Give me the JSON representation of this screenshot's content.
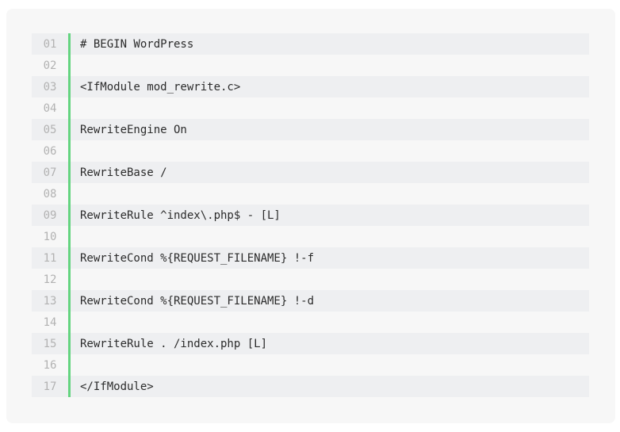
{
  "code": {
    "lines": [
      {
        "num": "01",
        "text": "# BEGIN WordPress"
      },
      {
        "num": "02",
        "text": ""
      },
      {
        "num": "03",
        "text": "<IfModule mod_rewrite.c>"
      },
      {
        "num": "04",
        "text": ""
      },
      {
        "num": "05",
        "text": "RewriteEngine On"
      },
      {
        "num": "06",
        "text": ""
      },
      {
        "num": "07",
        "text": "RewriteBase /"
      },
      {
        "num": "08",
        "text": ""
      },
      {
        "num": "09",
        "text": "RewriteRule ^index\\.php$ - [L]"
      },
      {
        "num": "10",
        "text": ""
      },
      {
        "num": "11",
        "text": "RewriteCond %{REQUEST_FILENAME} !-f"
      },
      {
        "num": "12",
        "text": ""
      },
      {
        "num": "13",
        "text": "RewriteCond %{REQUEST_FILENAME} !-d"
      },
      {
        "num": "14",
        "text": ""
      },
      {
        "num": "15",
        "text": "RewriteRule . /index.php [L]"
      },
      {
        "num": "16",
        "text": ""
      },
      {
        "num": "17",
        "text": "</IfModule>"
      }
    ]
  },
  "colors": {
    "accent_bar": "#64d480",
    "card_bg": "#f7f7f7",
    "striped_row": "#eeeff1"
  }
}
